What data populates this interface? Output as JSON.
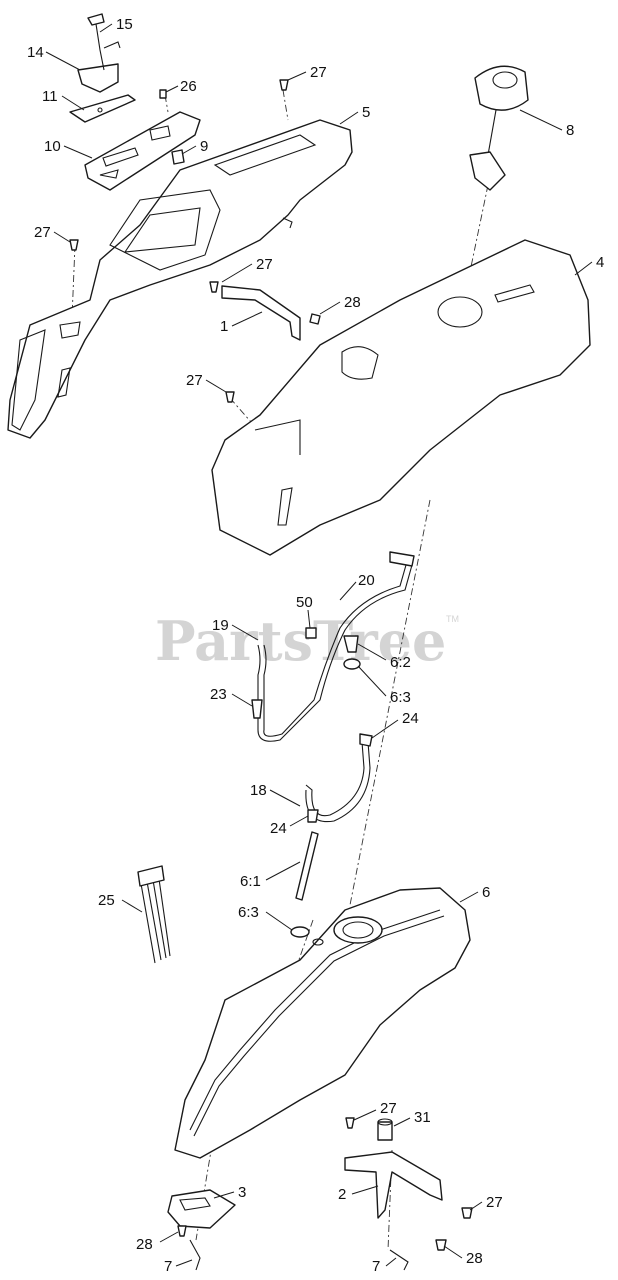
{
  "watermark": {
    "text": "PartsTree",
    "tm": "TM"
  },
  "callouts": {
    "c15": "15",
    "c14": "14",
    "c26": "26",
    "c11": "11",
    "c27a": "27",
    "c5": "5",
    "c10": "10",
    "c9": "9",
    "c8": "8",
    "c27b": "27",
    "c4": "4",
    "c27c": "27",
    "c28a": "28",
    "c1": "1",
    "c27d": "27",
    "c20": "20",
    "c50": "50",
    "c19": "19",
    "c62": "6:2",
    "c63a": "6:3",
    "c23": "23",
    "c24a": "24",
    "c18": "18",
    "c24b": "24",
    "c61": "6:1",
    "c25": "25",
    "c6": "6",
    "c63b": "6:3",
    "c27e": "27",
    "c31": "31",
    "c3": "3",
    "c2": "2",
    "c27f": "27",
    "c28b": "28",
    "c28c": "28",
    "c7a": "7",
    "c7b": "7"
  }
}
